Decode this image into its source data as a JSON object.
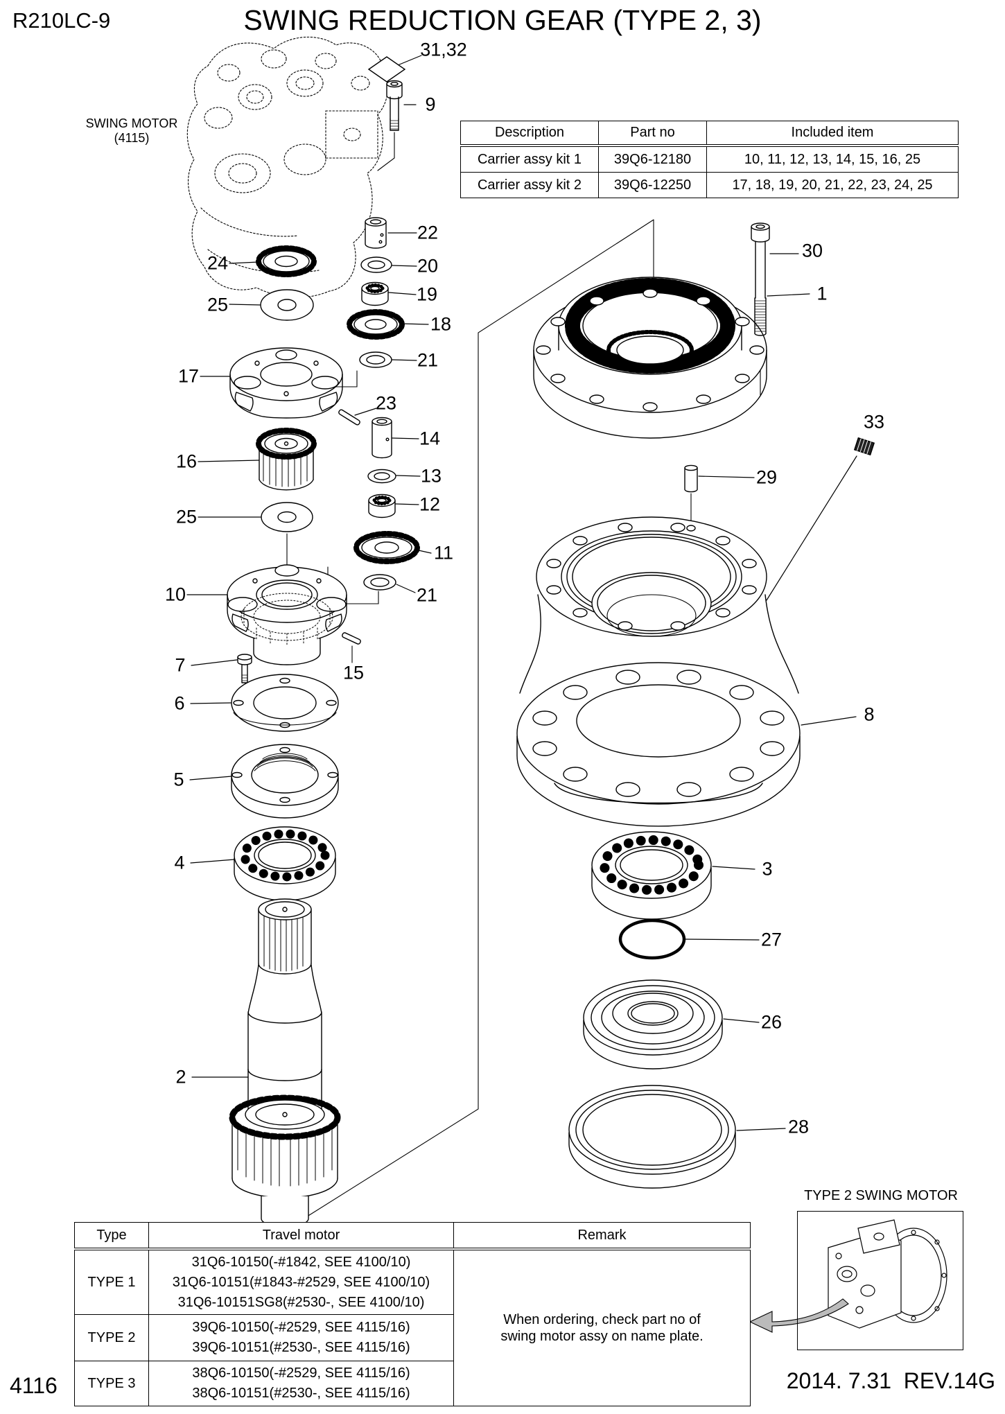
{
  "page": {
    "model": "R210LC-9",
    "title": "SWING REDUCTION GEAR (TYPE 2, 3)",
    "page_number": "4116",
    "revision": "2014. 7.31  REV.14G"
  },
  "labels": {
    "swing_motor_name": "SWING MOTOR",
    "swing_motor_ref": "(4115)",
    "type2_swing_motor": "TYPE 2 SWING MOTOR"
  },
  "kit_table": {
    "headers": [
      "Description",
      "Part no",
      "Included item"
    ],
    "rows": [
      {
        "description": "Carrier assy kit 1",
        "part_no": "39Q6-12180",
        "included": "10, 11, 12, 13, 14, 15, 16, 25"
      },
      {
        "description": "Carrier assy kit 2",
        "part_no": "39Q6-12250",
        "included": "17, 18, 19, 20, 21, 22, 23, 24, 25"
      }
    ]
  },
  "motor_table": {
    "headers": [
      "Type",
      "Travel motor",
      "Remark"
    ],
    "remark": [
      "When ordering, check part no of",
      "swing motor assy on name plate."
    ],
    "rows": [
      {
        "type": "TYPE 1",
        "lines": [
          "31Q6-10150(-#1842, SEE 4100/10)",
          "31Q6-10151(#1843-#2529, SEE 4100/10)",
          "31Q6-10151SG8(#2530-, SEE 4100/10)"
        ]
      },
      {
        "type": "TYPE 2",
        "lines": [
          "39Q6-10150(-#2529, SEE 4115/16)",
          "39Q6-10151(#2530-, SEE 4115/16)"
        ]
      },
      {
        "type": "TYPE 3",
        "lines": [
          "38Q6-10150(-#2529, SEE 4115/16)",
          "38Q6-10151(#2530-, SEE 4115/16)"
        ]
      }
    ]
  },
  "callouts": [
    {
      "id": "31-32",
      "label": "31,32"
    },
    {
      "id": "9",
      "label": "9"
    },
    {
      "id": "22",
      "label": "22"
    },
    {
      "id": "24",
      "label": "24"
    },
    {
      "id": "20",
      "label": "20"
    },
    {
      "id": "19",
      "label": "19"
    },
    {
      "id": "25-upper",
      "label": "25"
    },
    {
      "id": "18",
      "label": "18"
    },
    {
      "id": "21-upper",
      "label": "21"
    },
    {
      "id": "17",
      "label": "17"
    },
    {
      "id": "23",
      "label": "23"
    },
    {
      "id": "16",
      "label": "16"
    },
    {
      "id": "14",
      "label": "14"
    },
    {
      "id": "13",
      "label": "13"
    },
    {
      "id": "12",
      "label": "12"
    },
    {
      "id": "25-lower",
      "label": "25"
    },
    {
      "id": "11",
      "label": "11"
    },
    {
      "id": "10",
      "label": "10"
    },
    {
      "id": "21-lower",
      "label": "21"
    },
    {
      "id": "7",
      "label": "7"
    },
    {
      "id": "15",
      "label": "15"
    },
    {
      "id": "6",
      "label": "6"
    },
    {
      "id": "5",
      "label": "5"
    },
    {
      "id": "4",
      "label": "4"
    },
    {
      "id": "2",
      "label": "2"
    },
    {
      "id": "30",
      "label": "30"
    },
    {
      "id": "1",
      "label": "1"
    },
    {
      "id": "29",
      "label": "29"
    },
    {
      "id": "33",
      "label": "33"
    },
    {
      "id": "8",
      "label": "8"
    },
    {
      "id": "3",
      "label": "3"
    },
    {
      "id": "27",
      "label": "27"
    },
    {
      "id": "26",
      "label": "26"
    },
    {
      "id": "28",
      "label": "28"
    }
  ]
}
